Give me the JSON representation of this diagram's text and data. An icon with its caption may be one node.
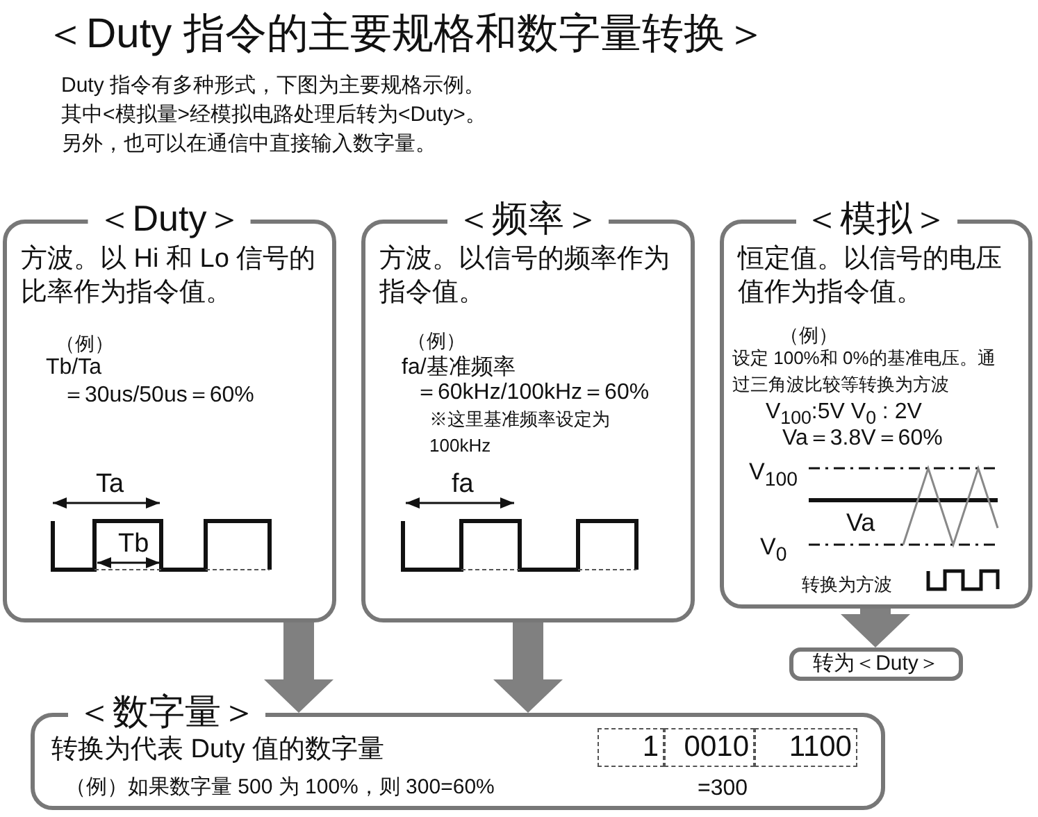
{
  "diagram": {
    "title": "＜Duty 指令的主要规格和数字量转换＞",
    "nodes": [
      {
        "text": [
          "＜Duty＞",
          "方波。以 Hi 和 Lo 信号的比率作为指令值。",
          "（例）",
          "Tb/Ta",
          "＝30us/50us＝60%",
          "Ta",
          "Tb"
        ]
      },
      {
        "text": [
          "＜频率＞",
          "方波。以信号的频率作为指令值。",
          "（例）",
          "fa/基准频率",
          "＝60kHz/100kHz＝60%",
          "※这里基准频率设定为 100kHz",
          "fa"
        ]
      },
      {
        "text": [
          "＜模拟＞",
          "恒定值。以信号的电压值作为指令值。",
          "（例）",
          "设定 100%和 0%的基准电压。通过三角波比较等转换为方波",
          "V$_{100}$:5V V$_{0}$ : 2V",
          "Va＝3.8V＝60%",
          "V$_{100}$",
          "Va",
          "V$_{0}$",
          "转换为方波"
        ]
      },
      {
        "text": [
          "转为＜Duty＞"
        ]
      },
      {
        "text": [
          "＜数字量＞",
          "转换为代表 Duty 值的数字量",
          "（例）如果数字量 500 为 100%，则 300=60%",
          "=300"
        ]
      },
      {
        "text": [
          "1"
        ],
        "in": 4
      },
      {
        "text": [
          "0010"
        ],
        "in": 4
      },
      {
        "text": [
          "1100"
        ],
        "in": 4
      }
    ],
    "edges": [
      {
        "from": 0,
        "to": 4,
        "arrow": "to"
      },
      {
        "from": 1,
        "to": 4,
        "arrow": "to"
      },
      {
        "from": 2,
        "to": 3,
        "arrow": "to"
      }
    ],
    "labels": [
      "Duty 指令有多种形式，下图为主要规格示例。",
      "其中<模拟量>经模拟电路处理后转为<Duty>。",
      "另外，也可以在通信中直接输入数字量。"
    ]
  }
}
